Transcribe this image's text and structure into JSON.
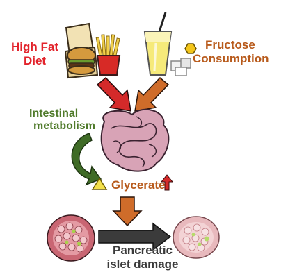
{
  "labels": {
    "high_fat": "High Fat Diet",
    "fructose_line1": "Fructose",
    "fructose_line2": "Consumption",
    "intestinal_line1": "Intestinal",
    "intestinal_line2": "metabolism",
    "glycerate": "Glycerate",
    "pancreatic_line1": "Pancreatic",
    "pancreatic_line2": "islet damage"
  },
  "colors": {
    "high_fat": "#e2232b",
    "fructose": "#b85a1b",
    "intestinal": "#4f7a2a",
    "glycerate": "#b85a1b",
    "hexagon": "#f3c51a",
    "triangle": "#f3e04a",
    "gut": "#d8a3b6",
    "red_arrow": "#d42a2a",
    "orange_arrow": "#cf6c2a",
    "green_arrow": "#3f6b26",
    "dark_arrow": "#3b3b3b"
  },
  "icons": [
    "burger-box-icon",
    "fries-icon",
    "drink-cup-icon",
    "sugar-cubes-icon",
    "hexagon-icon",
    "intestine-icon",
    "triangle-icon",
    "up-arrow-icon",
    "islet-healthy-icon",
    "islet-damaged-icon"
  ]
}
